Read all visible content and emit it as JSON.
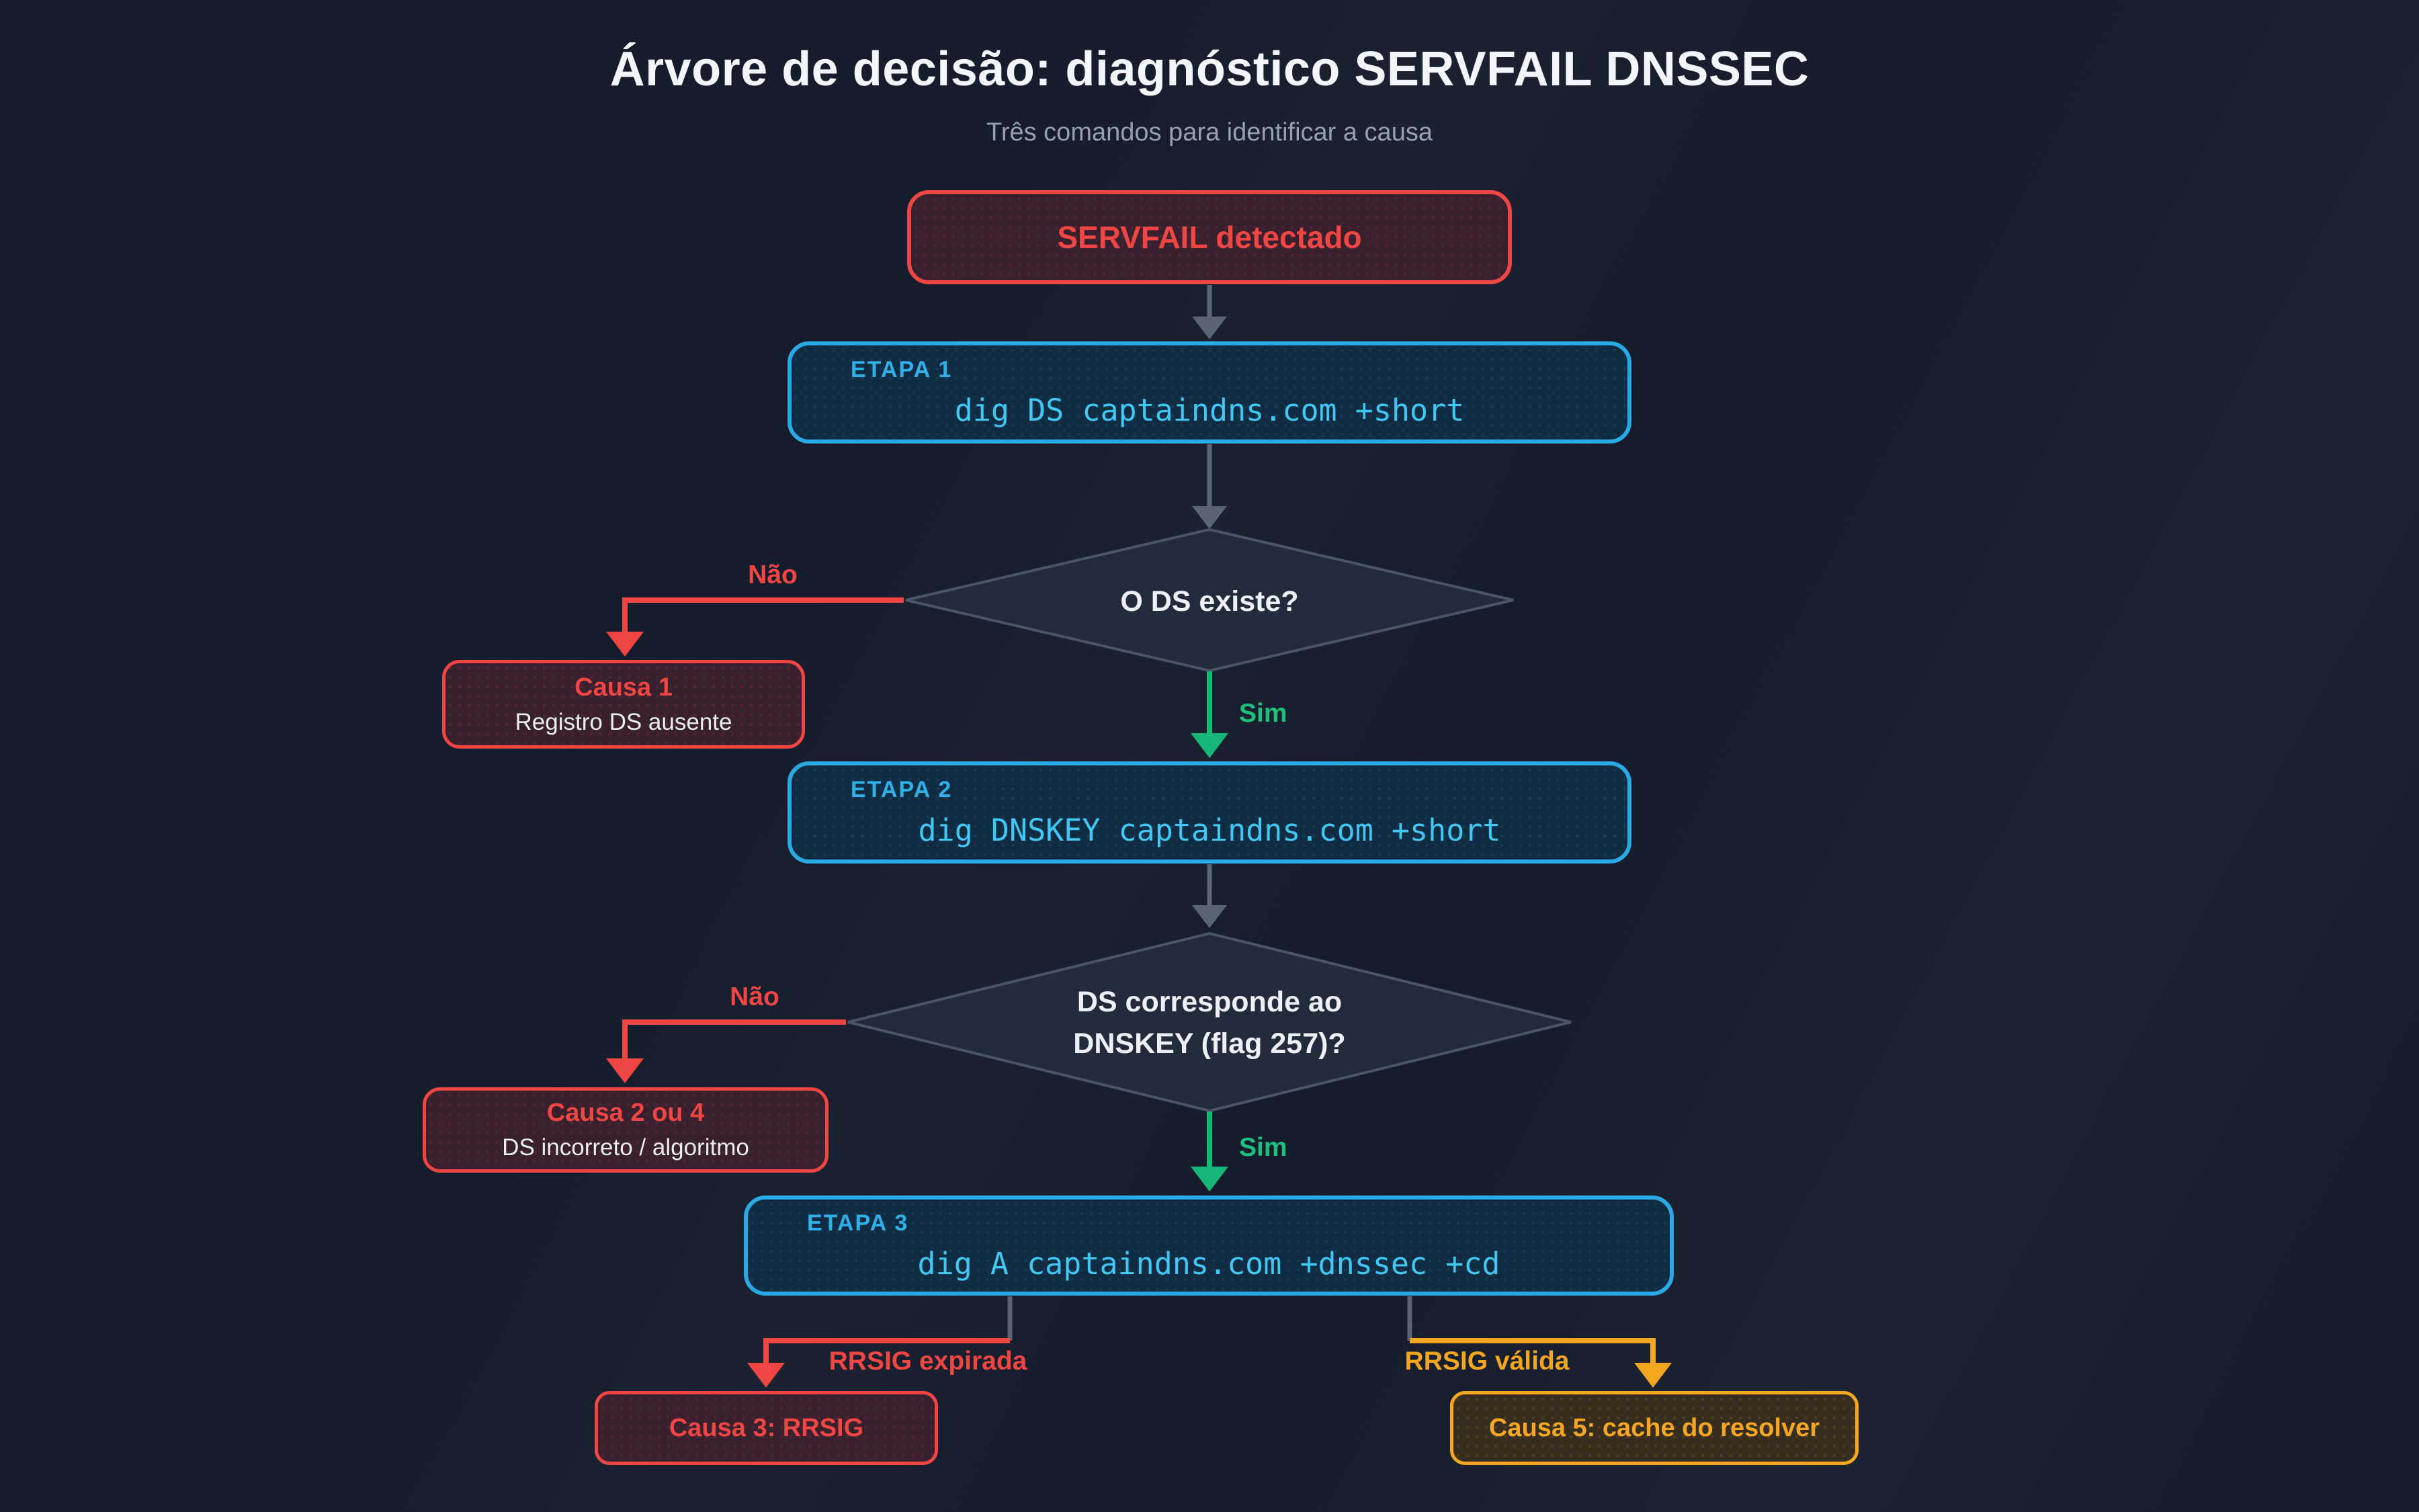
{
  "header": {
    "title": "Árvore de decisão: diagnóstico SERVFAIL DNSSEC",
    "subtitle": "Três comandos para identificar a causa"
  },
  "nodes": {
    "start": {
      "label": "SERVFAIL detectado"
    },
    "step1": {
      "badge": "ETAPA 1",
      "command": "dig DS captaindns.com +short"
    },
    "decision1": {
      "question": "O DS existe?"
    },
    "cause1": {
      "title": "Causa 1",
      "detail": "Registro DS ausente"
    },
    "step2": {
      "badge": "ETAPA 2",
      "command": "dig DNSKEY captaindns.com +short"
    },
    "decision2": {
      "question_line1": "DS corresponde ao",
      "question_line2": "DNSKEY (flag 257)?"
    },
    "cause2": {
      "title": "Causa 2 ou 4",
      "detail": "DS incorreto / algoritmo"
    },
    "step3": {
      "badge": "ETAPA 3",
      "command": "dig A captaindns.com +dnssec +cd"
    },
    "cause3": {
      "label": "Causa 3: RRSIG"
    },
    "cause5": {
      "label": "Causa 5: cache do resolver"
    }
  },
  "edges": {
    "decision1_no": "Não",
    "decision1_yes": "Sim",
    "decision2_no": "Não",
    "decision2_yes": "Sim",
    "step3_left": "RRSIG expirada",
    "step3_right": "RRSIG válida"
  },
  "colors": {
    "background": "#151c2b",
    "error_red": "#ef4644",
    "success_green": "#1fc07d",
    "warning_orange": "#f5a623",
    "info_blue": "#2aa9e4",
    "code_cyan": "#41c7f4",
    "neutral_gray": "#5b6472",
    "diamond_fill": "#222b3c",
    "diamond_border": "#4b5568"
  }
}
